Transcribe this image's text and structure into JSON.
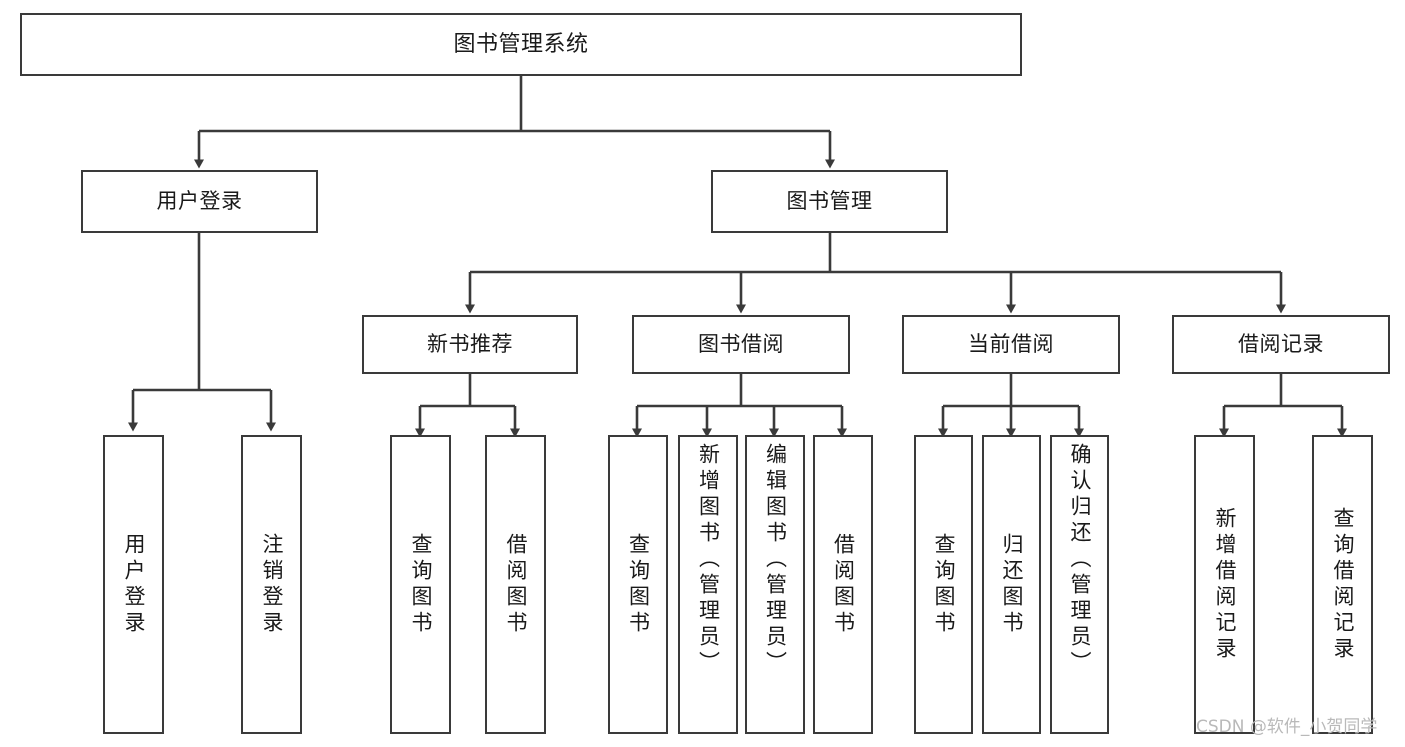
{
  "diagram": {
    "title": "图书管理系统",
    "type": "tree",
    "watermark": "CSDN @软件_小贺同学",
    "colors": {
      "stroke": "#3a3a3a",
      "fill": "#ffffff",
      "text": "#1a1a1a",
      "watermark": "#b9b9b9"
    },
    "nodes": {
      "root": {
        "label": "图书管理系统"
      },
      "level2": [
        {
          "label": "用户登录"
        },
        {
          "label": "图书管理"
        }
      ],
      "level3": [
        {
          "label": "新书推荐"
        },
        {
          "label": "图书借阅"
        },
        {
          "label": "当前借阅"
        },
        {
          "label": "借阅记录"
        }
      ],
      "leaves_user_login": [
        {
          "label": "用户登录"
        },
        {
          "label": "注销登录"
        }
      ],
      "leaves_new_book": [
        {
          "label": "查询图书"
        },
        {
          "label": "借阅图书"
        }
      ],
      "leaves_borrow": [
        {
          "label": "查询图书"
        },
        {
          "label": "新增图书（管理员）"
        },
        {
          "label": "编辑图书（管理员）"
        },
        {
          "label": "借阅图书"
        }
      ],
      "leaves_current": [
        {
          "label": "查询图书"
        },
        {
          "label": "归还图书"
        },
        {
          "label": "确认归还（管理员）"
        }
      ],
      "leaves_record": [
        {
          "label": "新增借阅记录"
        },
        {
          "label": "查询借阅记录"
        }
      ]
    }
  }
}
